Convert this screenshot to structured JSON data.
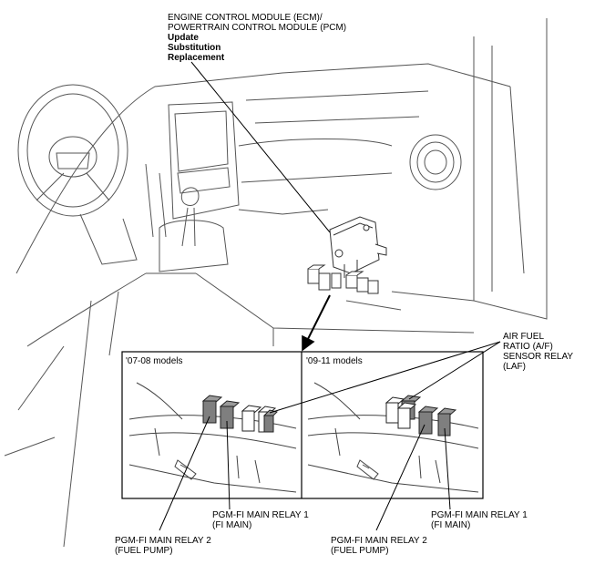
{
  "ecm_label": {
    "line1": "ENGINE CONTROL MODULE (ECM)/",
    "line2": "POWERTRAIN CONTROL MODULE (PCM)",
    "links": [
      "Update",
      "Substitution",
      "Replacement"
    ]
  },
  "panels": {
    "left_title": "'07-08 models",
    "right_title": "'09-11 models"
  },
  "laf_label": {
    "lines": [
      "AIR FUEL",
      "RATIO (A/F)",
      "SENSOR RELAY",
      "(LAF)"
    ]
  },
  "left_callouts": {
    "relay1": [
      "PGM-FI MAIN RELAY 1",
      "(FI MAIN)"
    ],
    "relay2": [
      "PGM-FI MAIN RELAY 2",
      "(FUEL PUMP)"
    ]
  },
  "right_callouts": {
    "relay1": [
      "PGM-FI MAIN RELAY 1",
      "(FI MAIN)"
    ],
    "relay2": [
      "PGM-FI MAIN RELAY 2",
      "(FUEL PUMP)"
    ]
  }
}
